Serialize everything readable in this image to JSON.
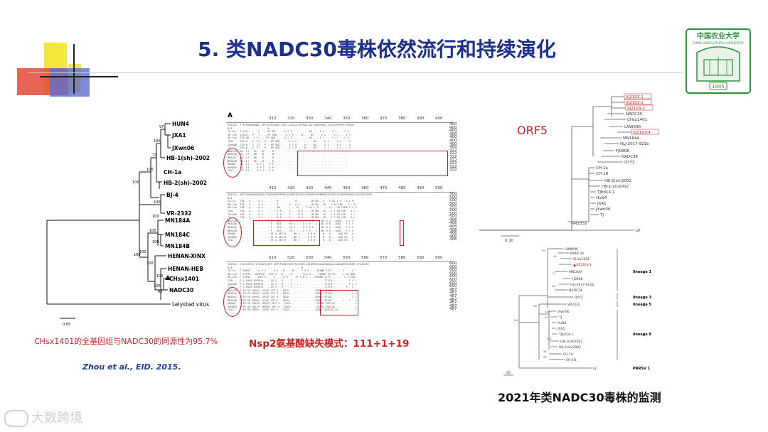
{
  "slide": {
    "title": "5. 类NADC30毒株依然流行和持续演化",
    "logo_label": "中国农业大学",
    "logo_sub": "CHINA AGRICULTURAL UNIVERSITY",
    "logo_year": "1905",
    "watermark": "大数跨境"
  },
  "left_tree": {
    "leaves": [
      "HUN4",
      "JXA1",
      "JXwn06",
      "HB-1(sh)-2002",
      "CH-1a",
      "HB-2(sh)-2002",
      "BJ-4",
      "VR-2332",
      "MN184A",
      "MN184C",
      "MN184B",
      "HENAN-XINX",
      "HENAN-HEB",
      "CHsx1401",
      "NADC30",
      "Lelystad virus"
    ],
    "bootstraps": [
      "97",
      "100",
      "73",
      "100",
      "100",
      "100",
      "100",
      "100",
      "100",
      "100",
      "100",
      "100",
      "100",
      "98",
      "100"
    ],
    "scale": "0.05",
    "caption": "CHsx1401的全基因组与NADC30的同源性为95.7%",
    "citation": "Zhou et al., EID. 2015."
  },
  "alignment": {
    "panel_label": "A",
    "ruler1": [
      "310",
      "320",
      "330",
      "340",
      "350",
      "360",
      "370",
      "380",
      "390",
      "400"
    ],
    "end1": [
      "400",
      "400",
      "400",
      "400",
      "400",
      "400",
      "400",
      "400",
      "322",
      "322",
      "322",
      "322",
      "322",
      "322",
      "322"
    ],
    "ruler2": [
      "410",
      "420",
      "430",
      "440",
      "450",
      "460",
      "470",
      "480",
      "490",
      "500"
    ],
    "end2": [
      "500",
      "500",
      "500",
      "500",
      "500",
      "500",
      "500",
      "500",
      "406",
      "406",
      "406",
      "406",
      "406",
      "406",
      "406"
    ],
    "ruler3": [
      "510",
      "520",
      "530",
      "540",
      "550",
      "560",
      "570",
      "580",
      "590",
      "600"
    ],
    "end3": [
      "600",
      "600",
      "600",
      "600",
      "600",
      "600",
      "600",
      "600",
      "487",
      "487",
      "487",
      "487",
      "487",
      "487",
      "487"
    ],
    "caption": "Nsp2氨基酸缺失模式：111+1+19"
  },
  "orf5_tree": {
    "label": "ORF5",
    "highlighted": [
      "XJ2103-1",
      "XJ2103-2",
      "XJ2103-3",
      "XJ2103-4"
    ],
    "leaves": [
      "NADC30",
      "CHsx1401",
      "LNWK96",
      "MN184A",
      "HLJ-2017-921b",
      "FJ0908",
      "NADC34",
      "QYYZ",
      "CH-1a",
      "CH-1R",
      "HB-2(sh)2002",
      "HB-1(sh)2002",
      "TJbd14-1",
      "HuN4",
      "JXA1",
      "JXwn06",
      "TJ",
      "VR2332",
      "LV"
    ],
    "scale": "0.10"
  },
  "lineage_tree": {
    "leaves": [
      "LNWK96",
      "NADC30",
      "CHsx1401",
      "SZ2104-1",
      "MN184A",
      "FJ0908",
      "HLJ-2017-921b",
      "NADC34",
      "QYYZ",
      "VR2332",
      "JXwn06",
      "TJ",
      "HuN4",
      "JXA1",
      "TJbd14-1",
      "HB-1(sh)2002",
      "HB-2(sh)2002",
      "CH-1a",
      "CH-1R",
      "LV"
    ],
    "bootstraps": [
      "98",
      "99",
      "74",
      "98",
      "98",
      "100",
      "81",
      "100",
      "98",
      "99",
      "100"
    ],
    "lineages": [
      "lineage 1",
      "lineage 3",
      "lineage 5",
      "lineage 8",
      "PRRSV 1"
    ],
    "scale": "20",
    "caption": "2021年类NADC30毒株的监测"
  }
}
